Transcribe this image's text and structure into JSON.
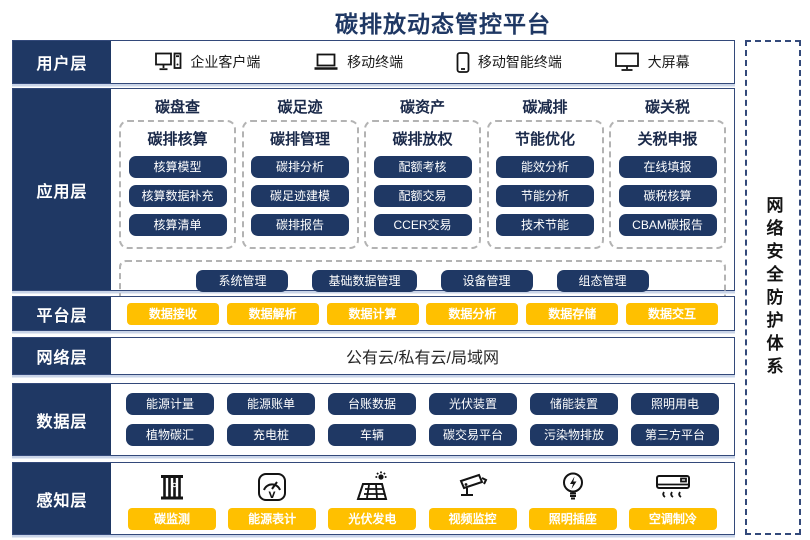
{
  "title": "碳排放动态管控平台",
  "security": {
    "label": "网络安全防护体系"
  },
  "colors": {
    "navy": "#1F3864",
    "yellow": "#FFC000",
    "border": "#33497a"
  },
  "layers": {
    "user": {
      "label": "用户层",
      "items": [
        {
          "icon": "desktop-pc-icon",
          "label": "企业客户端"
        },
        {
          "icon": "laptop-icon",
          "label": "移动终端"
        },
        {
          "icon": "smartphone-icon",
          "label": "移动智能终端"
        },
        {
          "icon": "big-screen-icon",
          "label": "大屏幕"
        }
      ]
    },
    "application": {
      "label": "应用层",
      "columns": [
        {
          "header": "碳盘查",
          "title": "碳排核算",
          "buttons": [
            "核算模型",
            "核算数据补充",
            "核算清单"
          ]
        },
        {
          "header": "碳足迹",
          "title": "碳排管理",
          "buttons": [
            "碳排分析",
            "碳足迹建模",
            "碳排报告"
          ]
        },
        {
          "header": "碳资产",
          "title": "碳排放权",
          "buttons": [
            "配额考核",
            "配额交易",
            "CCER交易"
          ]
        },
        {
          "header": "碳减排",
          "title": "节能优化",
          "buttons": [
            "能效分析",
            "节能分析",
            "技术节能"
          ]
        },
        {
          "header": "碳关税",
          "title": "关税申报",
          "buttons": [
            "在线填报",
            "碳税核算",
            "CBAM碳报告"
          ]
        }
      ],
      "common_buttons": [
        "系统管理",
        "基础数据管理",
        "设备管理",
        "组态管理"
      ]
    },
    "platform": {
      "label": "平台层",
      "buttons": [
        "数据接收",
        "数据解析",
        "数据计算",
        "数据分析",
        "数据存储",
        "数据交互"
      ]
    },
    "network": {
      "label": "网络层",
      "text": "公有云/私有云/局域网"
    },
    "data": {
      "label": "数据层",
      "rows": [
        [
          "能源计量",
          "能源账单",
          "台账数据",
          "光伏装置",
          "储能装置",
          "照明用电"
        ],
        [
          "植物碳汇",
          "充电桩",
          "车辆",
          "碳交易平台",
          "污染物排放",
          "第三方平台"
        ]
      ]
    },
    "perception": {
      "label": "感知层",
      "items": [
        {
          "icon": "carbon-monitor-icon",
          "label": "碳监测"
        },
        {
          "icon": "energy-meter-icon",
          "label": "能源表计"
        },
        {
          "icon": "solar-power-icon",
          "label": "光伏发电"
        },
        {
          "icon": "cctv-camera-icon",
          "label": "视频监控"
        },
        {
          "icon": "light-socket-icon",
          "label": "照明插座"
        },
        {
          "icon": "air-conditioner-icon",
          "label": "空调制冷"
        }
      ]
    }
  }
}
